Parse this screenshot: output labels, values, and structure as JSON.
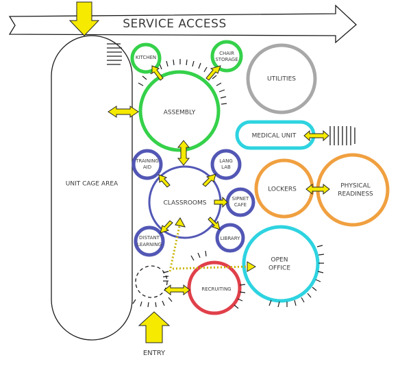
{
  "title": "SERVICE ACCESS",
  "entry_label": "ENTRY",
  "zones": {
    "unit_cage": "UNIT CAGE AREA",
    "kitchen": "KITCHEN",
    "chair_storage_1": "CHAIR",
    "chair_storage_2": "STORAGE",
    "assembly": "ASSEMBLY",
    "utilities": "UTILITIES",
    "medical": "MEDICAL UNIT",
    "training_1": "TRAINING",
    "training_2": "AID",
    "lang_1": "LANG",
    "lang_2": "LAB",
    "classrooms": "CLASSROOMS",
    "sipnet_1": "SIPNET",
    "sipnet_2": "CAFE",
    "distant_1": "DISTANT",
    "distant_2": "LEARNING",
    "library": "LIBRARY",
    "lockers": "LOCKERS",
    "physical_1": "PHYSICAL",
    "physical_2": "READINESS",
    "open_office_1": "OPEN",
    "open_office_2": "OFFICE",
    "recruiting": "RECRUITING"
  },
  "colors": {
    "green": "#35d14a",
    "blue": "#5257b5",
    "orange": "#f0a040",
    "cyan": "#2ed3e0",
    "gray": "#a8a8a8",
    "red": "#e0404a",
    "yellow": "#f5ea00"
  }
}
